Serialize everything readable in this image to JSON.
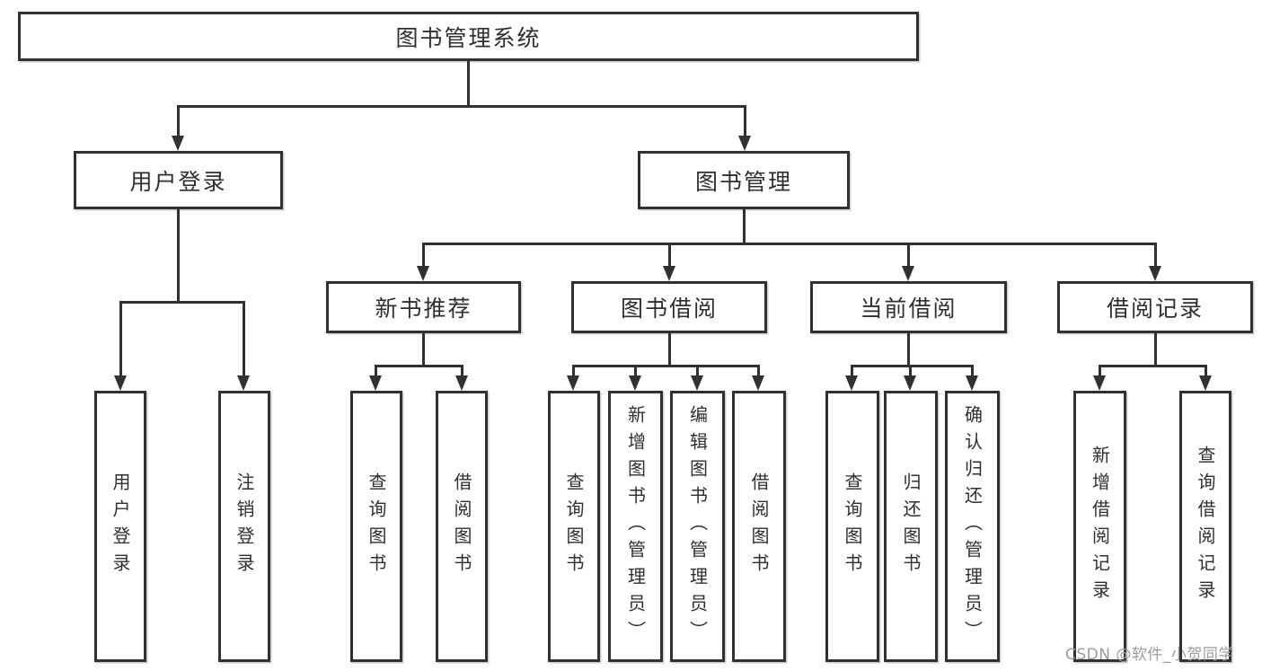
{
  "tree": {
    "root": {
      "label": "图书管理系统"
    },
    "branches": [
      {
        "label": "用户登录",
        "children": [
          {
            "label": "用户登录"
          },
          {
            "label": "注销登录"
          }
        ]
      },
      {
        "label": "图书管理",
        "children": [
          {
            "label": "新书推荐",
            "children": [
              {
                "label": "查询图书"
              },
              {
                "label": "借阅图书"
              }
            ]
          },
          {
            "label": "图书借阅",
            "children": [
              {
                "label": "查询图书"
              },
              {
                "label": "新增图书（管理员）"
              },
              {
                "label": "编辑图书（管理员）"
              },
              {
                "label": "借阅图书"
              }
            ]
          },
          {
            "label": "当前借阅",
            "children": [
              {
                "label": "查询图书"
              },
              {
                "label": "归还图书"
              },
              {
                "label": "确认归还（管理员）"
              }
            ]
          },
          {
            "label": "借阅记录",
            "children": [
              {
                "label": "新增借阅记录"
              },
              {
                "label": "查询借阅记录"
              }
            ]
          }
        ]
      }
    ]
  },
  "watermark": {
    "text": "CSDN @软件_小贺同学"
  },
  "colors": {
    "line": "#313131",
    "text": "#2f2f2f",
    "background": "#ffffff",
    "watermark": "#9c9c9c"
  }
}
